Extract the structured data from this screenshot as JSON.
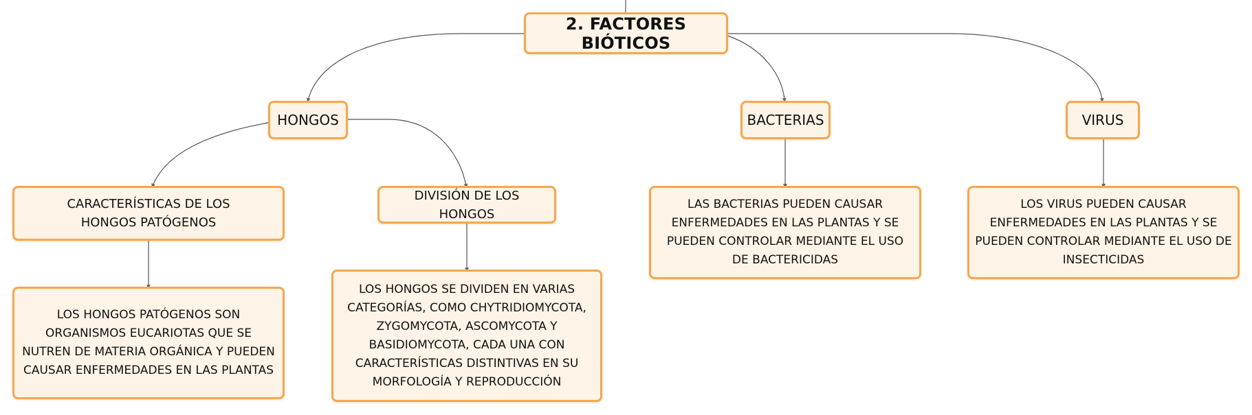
{
  "diagram": {
    "root": {
      "label": "2. FACTORES BIÓTICOS"
    },
    "categories": {
      "hongos": {
        "label": "HONGOS"
      },
      "bacterias": {
        "label": "BACTERIAS"
      },
      "virus": {
        "label": "VIRUS"
      }
    },
    "hongos_children": {
      "caracteristicas": {
        "label": "CARACTERÍSTICAS DE LOS HONGOS PATÓGENOS",
        "description": "LOS HONGOS PATÓGENOS SON ORGANISMOS EUCARIOTAS QUE SE NUTREN DE MATERIA ORGÁNICA Y PUEDEN CAUSAR ENFERMEDADES EN LAS PLANTAS"
      },
      "division": {
        "label": "DIVISIÓN DE LOS HONGOS",
        "description": "LOS HONGOS SE DIVIDEN EN VARIAS CATEGORÍAS, COMO CHYTRIDIOMYCOTA, ZYGOMYCOTA, ASCOMYCOTA Y BASIDIOMYCOTA, CADA UNA CON CARACTERÍSTICAS DISTINTIVAS EN SU MORFOLOGÍA Y REPRODUCCIÓN"
      }
    },
    "bacterias_desc": "LAS BACTERIAS PUEDEN CAUSAR ENFERMEDADES EN LAS PLANTAS Y SE PUEDEN CONTROLAR MEDIANTE EL USO DE BACTERICIDAS",
    "virus_desc": "LOS VIRUS PUEDEN CAUSAR ENFERMEDADES EN LAS PLANTAS Y SE PUEDEN CONTROLAR MEDIANTE EL USO DE INSECTICIDAS",
    "colors": {
      "node_fill": "#fdf3e7",
      "node_border": "#f3a84f",
      "connector": "#555555",
      "text": "#111111"
    }
  }
}
